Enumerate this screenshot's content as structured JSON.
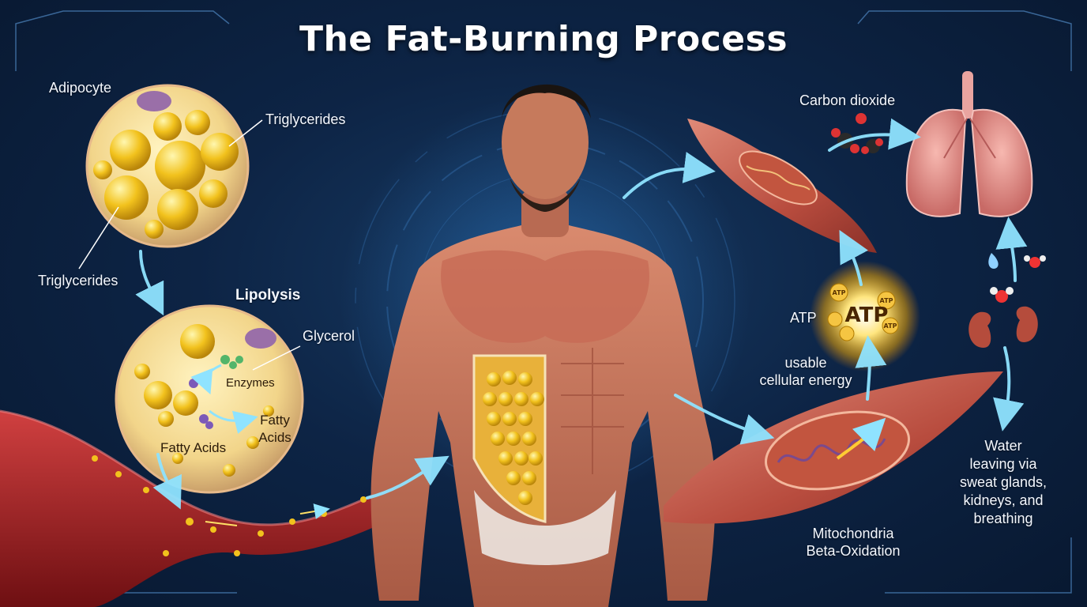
{
  "title": "The Fat-Burning Process",
  "labels": {
    "adipocyte": "Adipocyte",
    "triglycerides_top": "Triglycerides",
    "triglycerides_left": "Triglycerides",
    "lipolysis": "Lipolysis",
    "glycerol": "Glycerol",
    "enzymes": "Enzymes",
    "fatty_acids_left": "Fatty Acids",
    "fatty_acids_right_line1": "Fatty",
    "fatty_acids_right_line2": "Acids",
    "carbon_dioxide": "Carbon dioxide",
    "atp": "ATP",
    "atp_center": "ATP",
    "atp_small": "ATP",
    "usable_line1": "usable",
    "usable_line2": "cellular energy",
    "mito_line1": "Mitochondria",
    "mito_line2": "Beta-Oxidation",
    "water_line1": "Water",
    "water_line2": "leaving via",
    "water_line3": "sweat glands,",
    "water_line4": "kidneys, and",
    "water_line5": "breathing"
  },
  "colors": {
    "background": "#0d2445",
    "fat": "#f2c21d",
    "muscle": "#c0584a",
    "vessel": "#9c1f1f",
    "arrow": "#8fe3ff",
    "atp_glow": "#ffd54a",
    "lung": "#e8928f"
  }
}
